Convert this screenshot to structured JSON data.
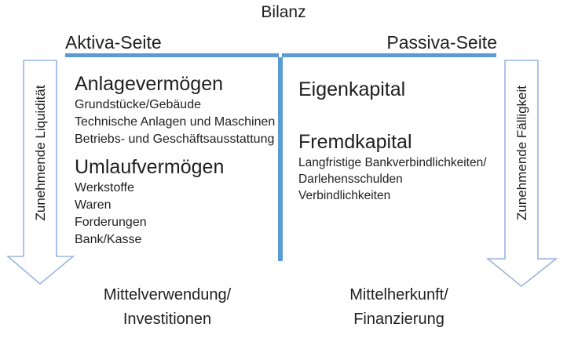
{
  "title": "Bilanz",
  "colors": {
    "line_blue": "#5B9BD5",
    "arrow_outline": "#9ab5dd",
    "text_dark": "#1f1f1f"
  },
  "left_side": {
    "header": "Aktiva-Seite",
    "sections": [
      {
        "heading": "Anlagevermögen",
        "items": [
          "Grundstücke/Gebäude",
          "Technische Anlagen und Maschinen",
          "Betriebs- und Geschäftsausstattung"
        ]
      },
      {
        "heading": "Umlaufvermögen",
        "items": [
          "Werkstoffe",
          "Waren",
          "Forderungen",
          "Bank/Kasse"
        ]
      }
    ],
    "arrow_label": "Zunehmende Liquidität",
    "footer_line1": "Mittelverwendung/",
    "footer_line2": "Investitionen"
  },
  "right_side": {
    "header": "Passiva-Seite",
    "sections": [
      {
        "heading": "Eigenkapital",
        "items": []
      },
      {
        "heading": "Fremdkapital",
        "items": [
          "Langfristige Bankverbindlichkeiten/",
          "Darlehensschulden",
          "Verbindlichkeiten"
        ]
      }
    ],
    "arrow_label": "Zunehmende Fälligkeit",
    "footer_line1": "Mittelherkunft/",
    "footer_line2": "Finanzierung"
  }
}
